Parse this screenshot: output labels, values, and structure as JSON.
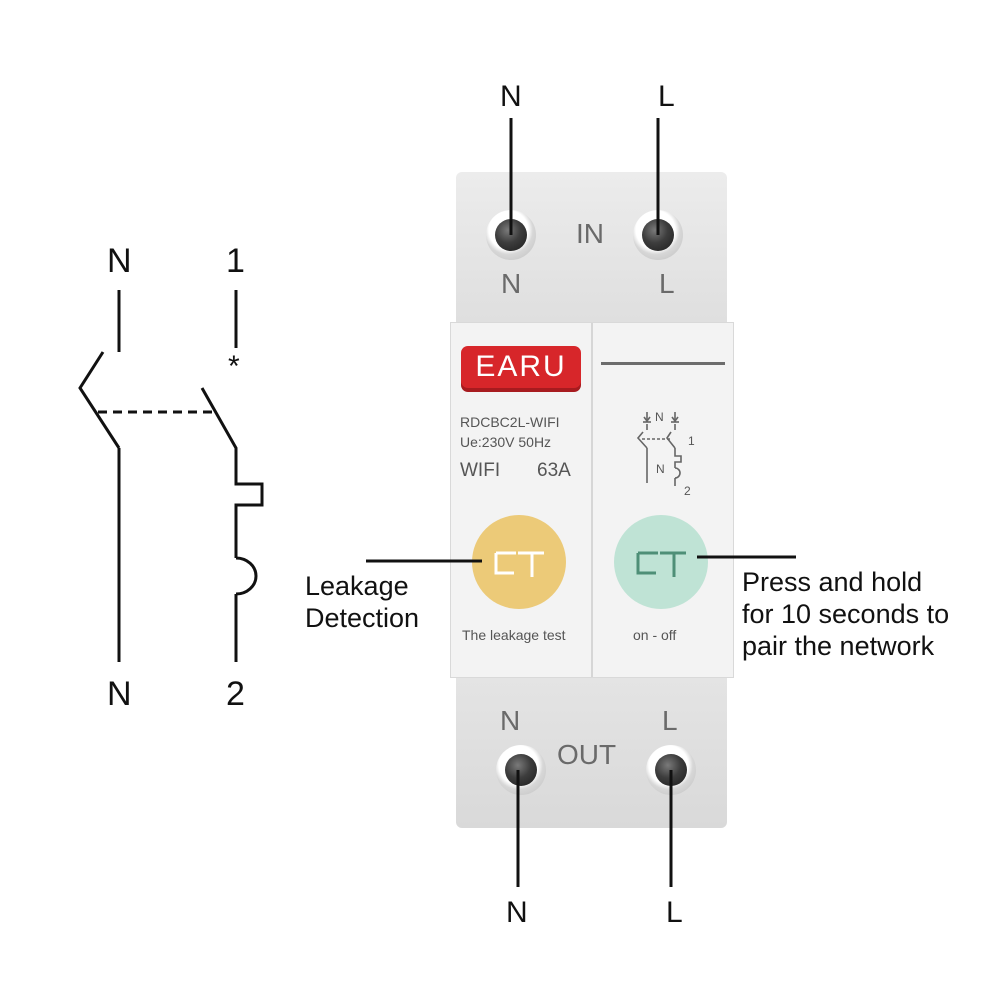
{
  "schematic": {
    "top_left": "N",
    "top_right": "1",
    "bottom_left": "N",
    "bottom_right": "2",
    "marker": "*"
  },
  "terminals": {
    "top_n": "N",
    "top_l": "L",
    "bottom_n": "N",
    "bottom_l": "L"
  },
  "breaker": {
    "in_label": "IN",
    "out_label": "OUT",
    "in_n": "N",
    "in_l": "L",
    "out_n": "N",
    "out_l": "L",
    "brand": "EARU",
    "model": "RDCBC2L-WIFI",
    "rating": "Ue:230V 50Hz",
    "wifi": "WIFI",
    "current": "63A",
    "symbol_n_top": "N",
    "symbol_n_mid": "N",
    "symbol_1": "1",
    "symbol_2": "2",
    "left_button_caption": "The leakage test",
    "right_button_caption": "on - off"
  },
  "annotations": {
    "leakage_line1": "Leakage",
    "leakage_line2": "Detection",
    "pair_line1": "Press and hold",
    "pair_line2": "for 10 seconds to",
    "pair_line3": "pair the network"
  },
  "colors": {
    "brand_red": "#d7262a",
    "leakage_button": "#ecca78",
    "onoff_button": "#bfe3d5",
    "housing": "#e6e6e6",
    "face": "#f2f2f2"
  }
}
